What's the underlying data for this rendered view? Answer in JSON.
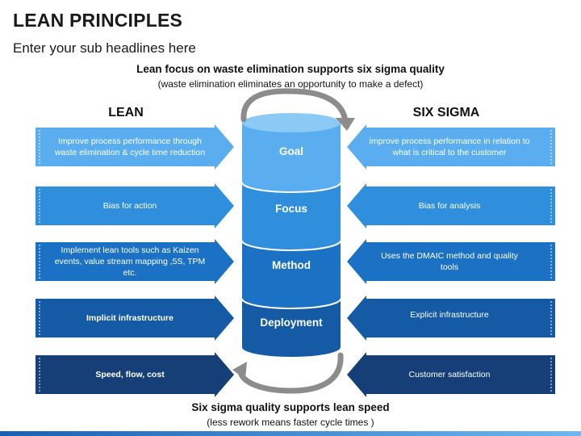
{
  "header": {
    "title": "LEAN PRINCIPLES",
    "subtitle": "Enter your sub headlines here"
  },
  "top_note": {
    "heading": "Lean focus on waste elimination supports six sigma quality",
    "sub": "(waste elimination eliminates an opportunity to make a defect)"
  },
  "bottom_note": {
    "heading": "Six sigma quality supports lean speed",
    "sub": "(less rework means faster cycle times )"
  },
  "columns": {
    "left": "LEAN",
    "right": "SIX SIGMA"
  },
  "lean": [
    "Improve process performance through waste elimination & cycle time reduction",
    "Bias for action",
    "Implement lean tools such as Kaizen events, value stream mapping ,5S, TPM  etc.",
    "Implicit infrastructure",
    "Speed, flow, cost"
  ],
  "six_sigma": [
    "improve process performance in relation to what is critical to the customer",
    "Bias for analysis",
    "Uses the DMAIC method and quality tools",
    "Explicit infrastructure",
    "Customer satisfaction"
  ],
  "cylinder": [
    "Goal",
    "Focus",
    "Method",
    "Deployment"
  ],
  "colors": {
    "row1": "#5aaeef",
    "row2": "#2f8fdd",
    "row3": "#1b72c4",
    "row4": "#155aa4",
    "row5": "#163f78",
    "curve_arrow": "#8c8c8c"
  }
}
